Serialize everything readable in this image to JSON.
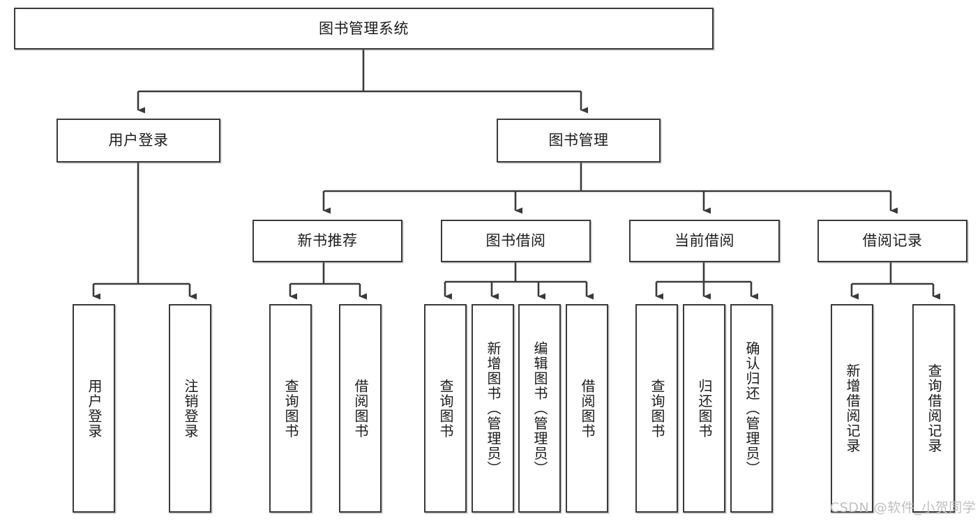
{
  "diagram": {
    "title": "图书管理系统",
    "type": "tree-hierarchy-diagram",
    "colors": {
      "box_border": "#3a3a3a",
      "box_fill": "#ffffff",
      "connector": "#3a3a3a",
      "text": "#1b1b1b",
      "watermark": "#bfbfbf",
      "background": "#ffffff"
    },
    "root": {
      "label": "图书管理系统"
    },
    "level2": [
      {
        "label": "用户登录"
      },
      {
        "label": "图书管理"
      }
    ],
    "level3": [
      {
        "label": "新书推荐"
      },
      {
        "label": "图书借阅"
      },
      {
        "label": "当前借阅"
      },
      {
        "label": "借阅记录"
      }
    ],
    "leaves": {
      "user_login": [
        {
          "label": "用户登录"
        },
        {
          "label": "注销登录"
        }
      ],
      "new_book_recommend": [
        {
          "label": "查询图书"
        },
        {
          "label": "借阅图书"
        }
      ],
      "book_borrow": [
        {
          "label": "查询图书"
        },
        {
          "label": "新增图书（管理员）"
        },
        {
          "label": "编辑图书（管理员）"
        },
        {
          "label": "借阅图书"
        }
      ],
      "current_borrow": [
        {
          "label": "查询图书"
        },
        {
          "label": "归还图书"
        },
        {
          "label": "确认归还（管理员）"
        }
      ],
      "borrow_record": [
        {
          "label": "新增借阅记录"
        },
        {
          "label": "查询借阅记录"
        }
      ]
    },
    "watermark": "CSDN @软件_小贺同学"
  }
}
